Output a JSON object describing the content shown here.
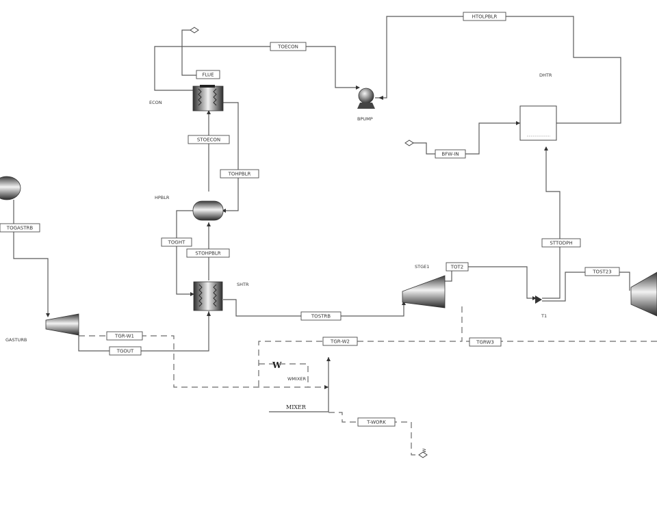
{
  "blocks": {
    "econ": "ECON",
    "hpblr": "HPBLR",
    "shtr": "SHTR",
    "gasturb": "GASTURB",
    "bpump": "BPUMP",
    "dhtr": "DHTR",
    "stge1": "STGE1",
    "t1": "T1",
    "wmixer_mark": "W",
    "wmixer": "WMIXER",
    "mixer": "MIXER",
    "w_product": "W"
  },
  "streams": {
    "flue": "FLUE",
    "toecon": "TOECON",
    "htolpblr": "HTOLPBLR",
    "stoecon": "STOECON",
    "tohpblr": "TOHPBLR",
    "bfw_in": "BFW-IN",
    "togastrb": "TOGASTRB",
    "toght": "TOGHT",
    "stohpblr": "STOHPBLR",
    "tostrb": "TOSTRB",
    "tot2": "TOT2",
    "sttodph": "STTODPH",
    "tost23": "TOST23",
    "tgr_w1": "TGR-W1",
    "tgr_w2": "TGR-W2",
    "tgout": "TGOUT",
    "tgr_w3": "TGRW3",
    "t_work": "T-WORK"
  },
  "colors": {
    "line": "#5a5a5a",
    "equipment_dark": "#2e2e2e",
    "equipment_light": "#d8d8d8"
  }
}
